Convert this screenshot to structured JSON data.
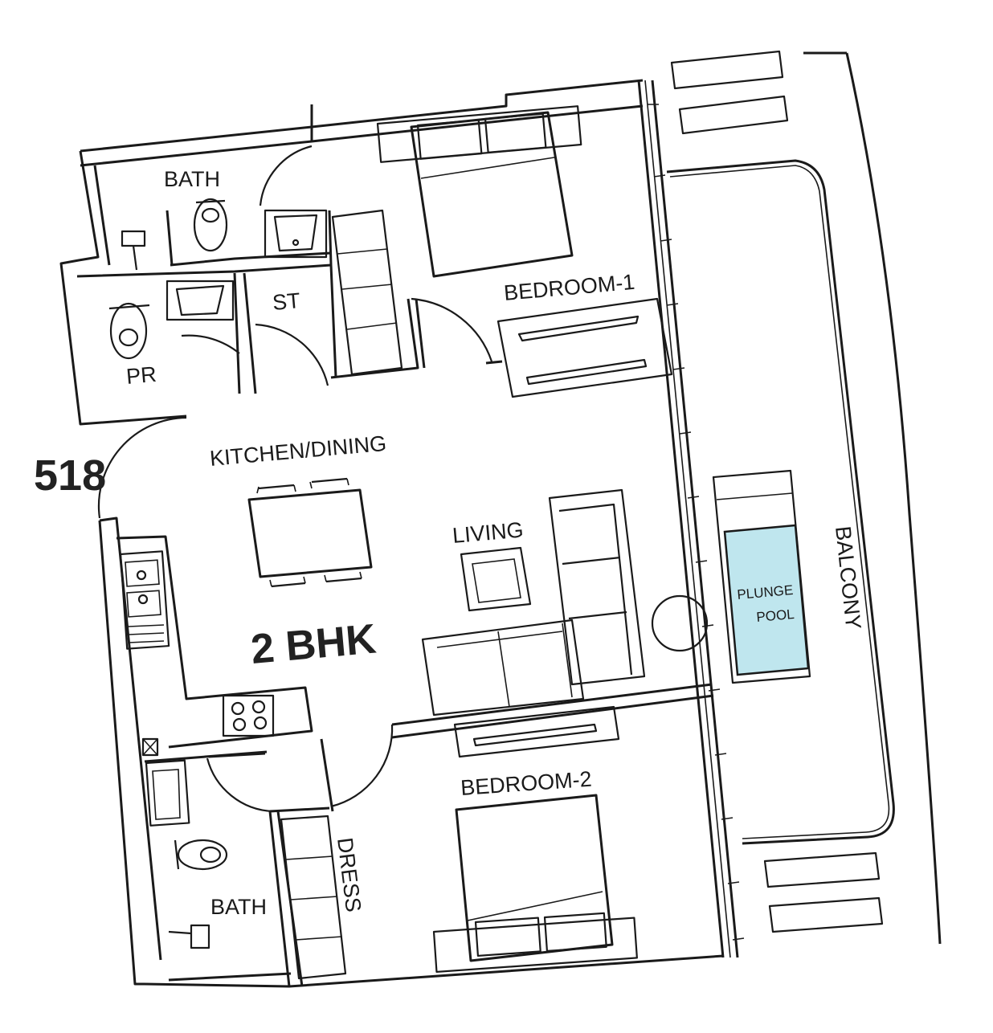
{
  "unit_number": "518",
  "unit_type": "2 BHK",
  "rooms": {
    "bath_top": "BATH",
    "bedroom_1": "BEDROOM-1",
    "st": "ST",
    "pr": "PR",
    "kitchen_dining": "KITCHEN/DINING",
    "living": "LIVING",
    "bedroom_2": "BEDROOM-2",
    "dress": "DRESS",
    "bath_bottom": "BATH",
    "balcony": "BALCONY"
  },
  "plunge_pool": {
    "line1": "PLUNGE",
    "line2": "POOL",
    "color": "#bfe6ee"
  }
}
